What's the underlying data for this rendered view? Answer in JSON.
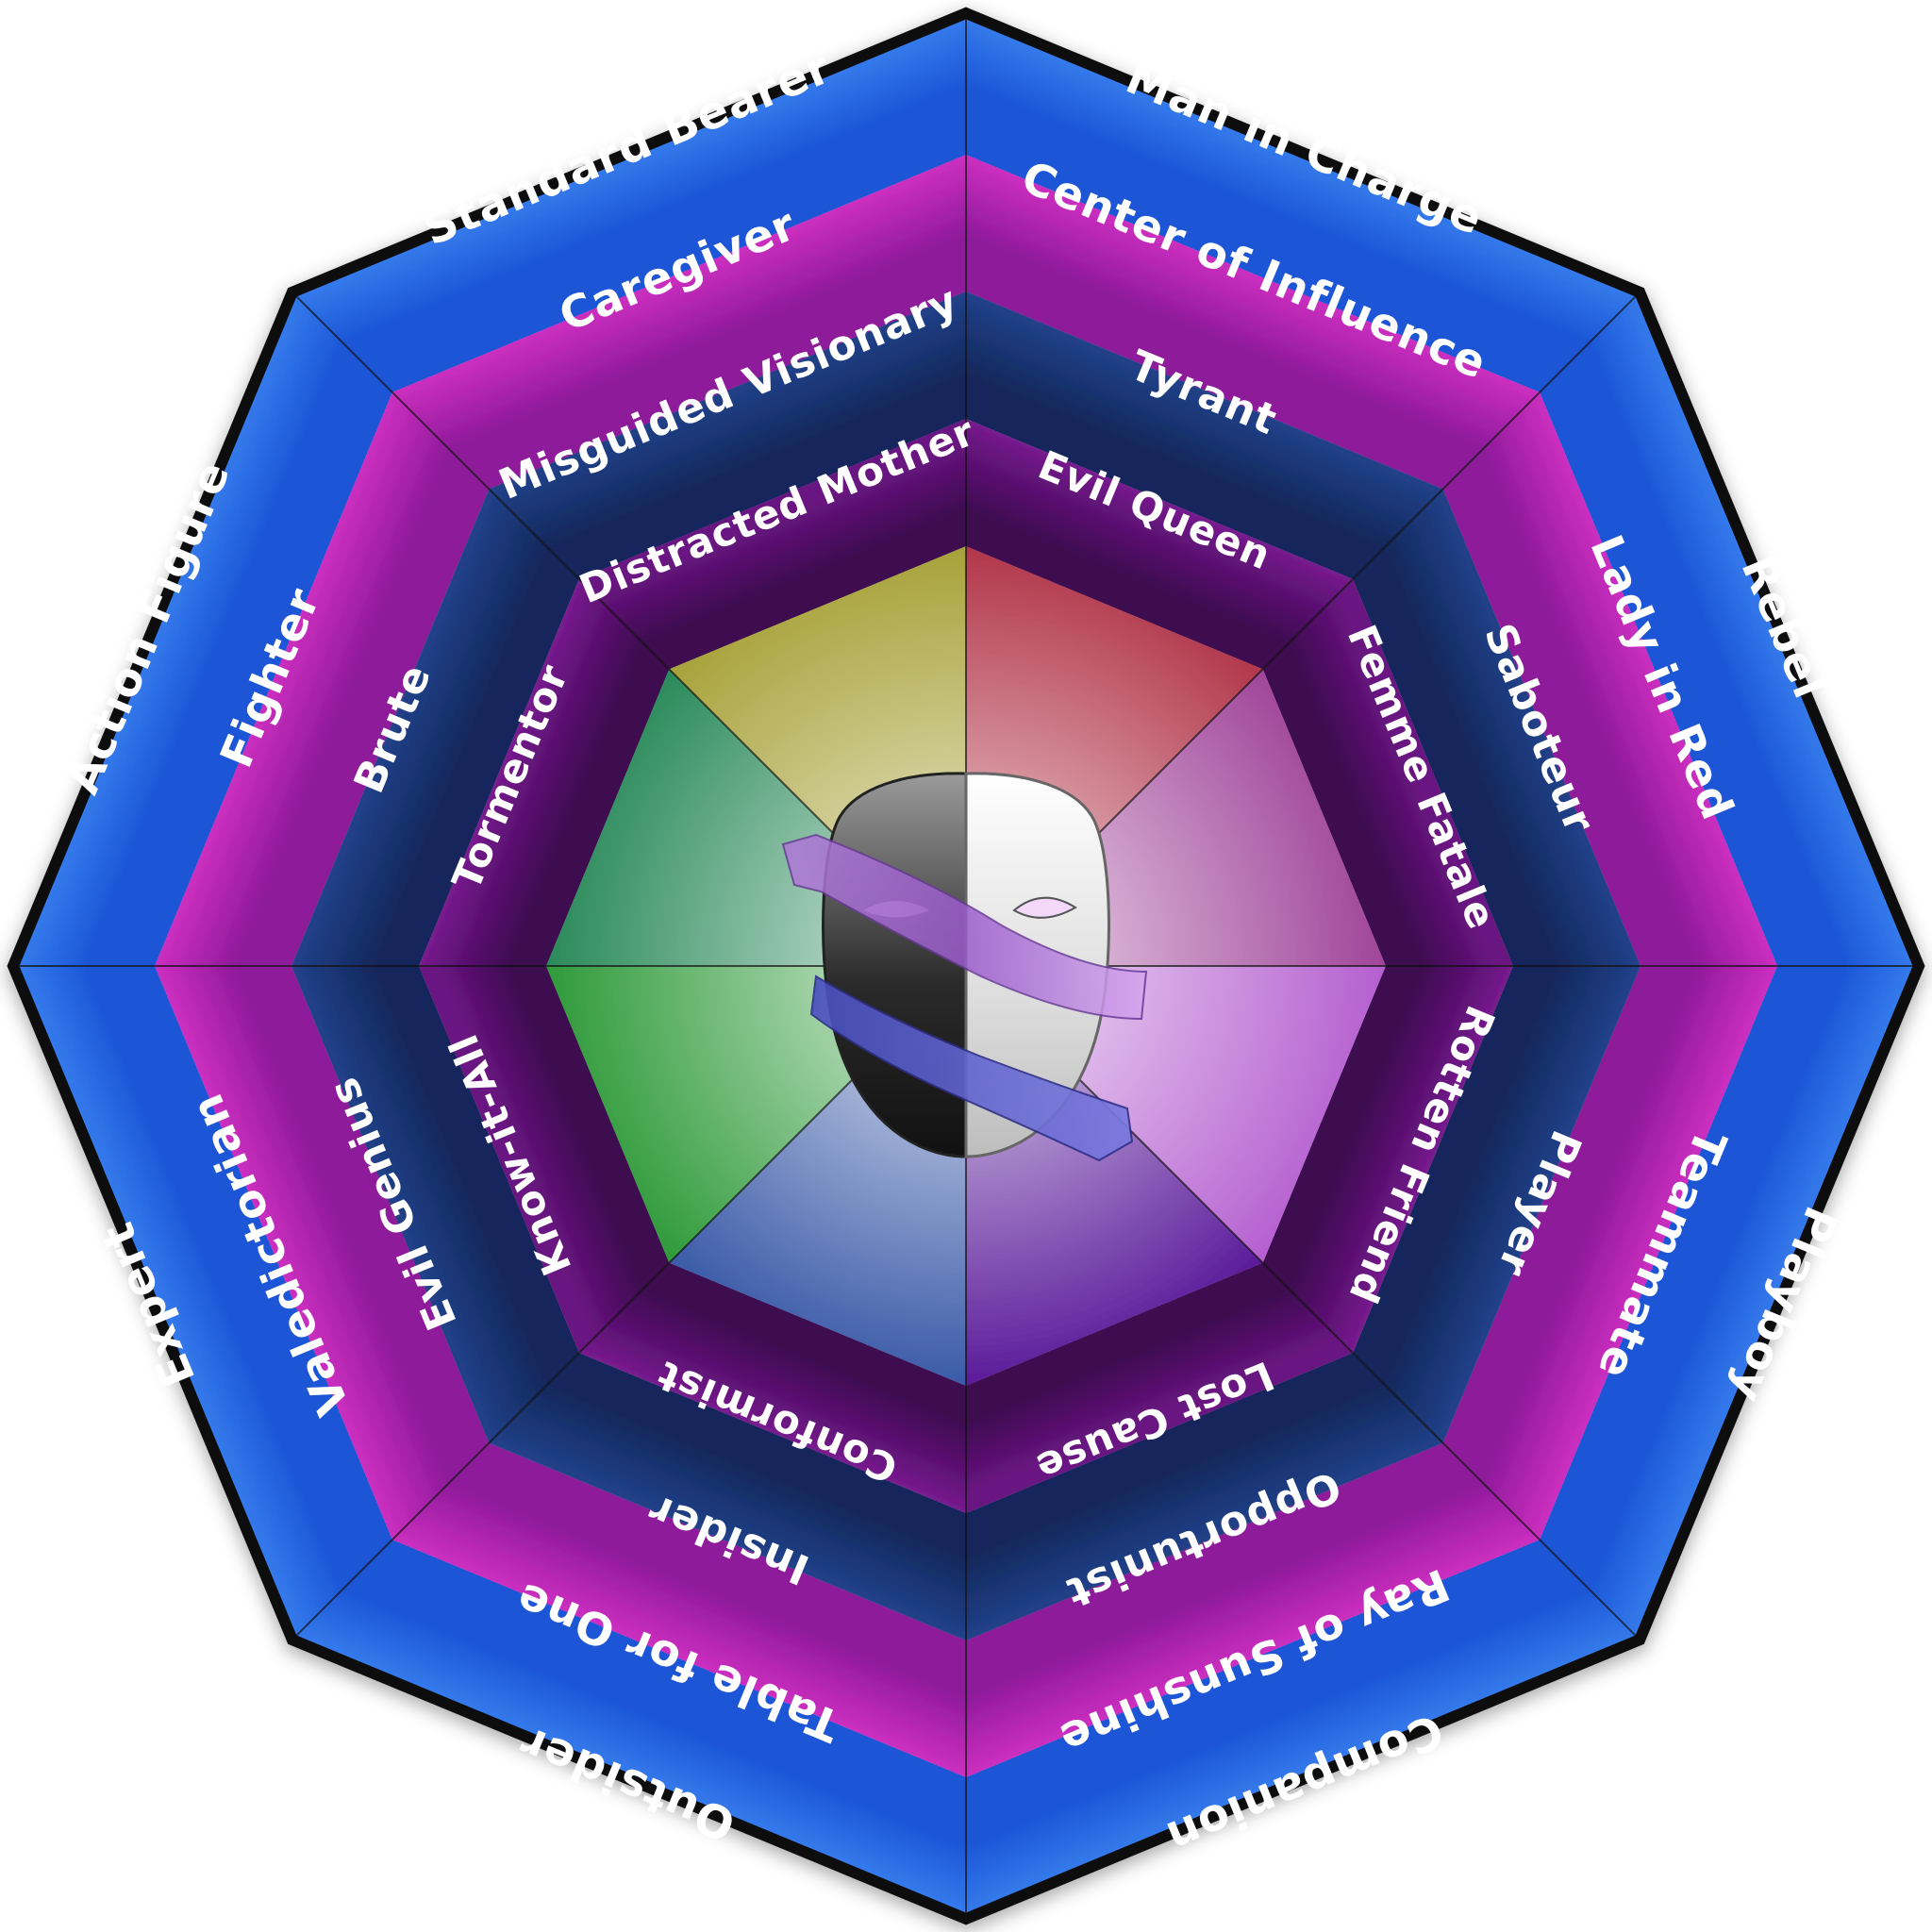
{
  "rings": [
    {
      "id": "outer",
      "colors": {
        "light": "#7fb6ff",
        "mid": "#3a82f0",
        "dark": "#1b55d6"
      },
      "labels": [
        "Man in Charge",
        "Rebel",
        "Playboy",
        "Companion",
        "Outsider",
        "Expert",
        "Action Figure",
        "Standard Bearer"
      ]
    },
    {
      "id": "second",
      "colors": {
        "light": "#e36bd6",
        "mid": "#cc2fc0",
        "dark": "#8e1a9a"
      },
      "labels": [
        "Center of Influence",
        "Lady in Red",
        "Teammate",
        "Ray of Sunshine",
        "Table for One",
        "Valedictorian",
        "Fighter",
        "Caregiver"
      ]
    },
    {
      "id": "third",
      "colors": {
        "light": "#3d5fae",
        "mid": "#203f86",
        "dark": "#13285c"
      },
      "labels": [
        "Tyrant",
        "Saboteur",
        "Player",
        "Opportunist",
        "Insider",
        "Evil Genius",
        "Brute",
        "Misguided Visionary"
      ]
    },
    {
      "id": "inner",
      "colors": {
        "light": "#9b2fb0",
        "mid": "#6b1482",
        "dark": "#3c0a4f"
      },
      "labels": [
        "Evil Queen",
        "Femme Fatale",
        "Rotten Friend",
        "Lost Cause",
        "Conformist",
        "Know-it-All",
        "Tormentor",
        "Distracted Mother"
      ]
    }
  ],
  "center": {
    "icon": "theater-mask-icon",
    "colors": [
      "#b2364a",
      "#b55fd0",
      "#5a1a9a",
      "#2a8a5a",
      "#2f9a3a",
      "#a8a23a"
    ]
  }
}
